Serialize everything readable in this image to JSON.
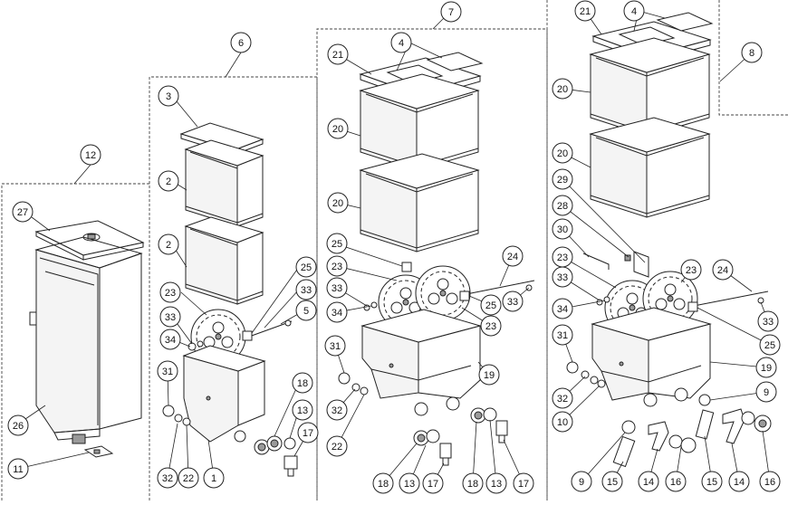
{
  "assemblies": [
    {
      "id": "group-12",
      "number": "12"
    },
    {
      "id": "group-6",
      "number": "6"
    },
    {
      "id": "group-7",
      "number": "7"
    },
    {
      "id": "group-8",
      "number": "8"
    }
  ],
  "callouts": [
    {
      "id": "c12",
      "number": "12"
    },
    {
      "id": "c27",
      "number": "27"
    },
    {
      "id": "c26",
      "number": "26"
    },
    {
      "id": "c11",
      "number": "11"
    },
    {
      "id": "c6",
      "number": "6"
    },
    {
      "id": "c3",
      "number": "3"
    },
    {
      "id": "c2a",
      "number": "2"
    },
    {
      "id": "c2b",
      "number": "2"
    },
    {
      "id": "c23a",
      "number": "23"
    },
    {
      "id": "c33a",
      "number": "33"
    },
    {
      "id": "c34a",
      "number": "34"
    },
    {
      "id": "c25a",
      "number": "25"
    },
    {
      "id": "c33b",
      "number": "33"
    },
    {
      "id": "c5",
      "number": "5"
    },
    {
      "id": "c31a",
      "number": "31"
    },
    {
      "id": "c32a",
      "number": "32"
    },
    {
      "id": "c22a",
      "number": "22"
    },
    {
      "id": "c1",
      "number": "1"
    },
    {
      "id": "c18a",
      "number": "18"
    },
    {
      "id": "c13a",
      "number": "13"
    },
    {
      "id": "c17a",
      "number": "17"
    },
    {
      "id": "c7",
      "number": "7"
    },
    {
      "id": "c4a",
      "number": "4"
    },
    {
      "id": "c21a",
      "number": "21"
    },
    {
      "id": "c20a",
      "number": "20"
    },
    {
      "id": "c20b",
      "number": "20"
    },
    {
      "id": "c25b",
      "number": "25"
    },
    {
      "id": "c24a",
      "number": "24"
    },
    {
      "id": "c23b",
      "number": "23"
    },
    {
      "id": "c33c",
      "number": "33"
    },
    {
      "id": "c34b",
      "number": "34"
    },
    {
      "id": "c33d",
      "number": "33"
    },
    {
      "id": "c25c",
      "number": "25"
    },
    {
      "id": "c23c",
      "number": "23"
    },
    {
      "id": "c31b",
      "number": "31"
    },
    {
      "id": "c19a",
      "number": "19"
    },
    {
      "id": "c32b",
      "number": "32"
    },
    {
      "id": "c22b",
      "number": "22"
    },
    {
      "id": "c18b",
      "number": "18"
    },
    {
      "id": "c13b",
      "number": "13"
    },
    {
      "id": "c17b",
      "number": "17"
    },
    {
      "id": "c18c",
      "number": "18"
    },
    {
      "id": "c13c",
      "number": "13"
    },
    {
      "id": "c17c",
      "number": "17"
    },
    {
      "id": "c8",
      "number": "8"
    },
    {
      "id": "c21b",
      "number": "21"
    },
    {
      "id": "c4b",
      "number": "4"
    },
    {
      "id": "c20c",
      "number": "20"
    },
    {
      "id": "c20d",
      "number": "20"
    },
    {
      "id": "c29",
      "number": "29"
    },
    {
      "id": "c28",
      "number": "28"
    },
    {
      "id": "c30",
      "number": "30"
    },
    {
      "id": "c23d",
      "number": "23"
    },
    {
      "id": "c23e",
      "number": "23"
    },
    {
      "id": "c24b",
      "number": "24"
    },
    {
      "id": "c33e",
      "number": "33"
    },
    {
      "id": "c34c",
      "number": "34"
    },
    {
      "id": "c33f",
      "number": "33"
    },
    {
      "id": "c25d",
      "number": "25"
    },
    {
      "id": "c31c",
      "number": "31"
    },
    {
      "id": "c19b",
      "number": "19"
    },
    {
      "id": "c32c",
      "number": "32"
    },
    {
      "id": "c9a",
      "number": "9"
    },
    {
      "id": "c10",
      "number": "10"
    },
    {
      "id": "c9b",
      "number": "9"
    },
    {
      "id": "c15a",
      "number": "15"
    },
    {
      "id": "c14a",
      "number": "14"
    },
    {
      "id": "c16a",
      "number": "16"
    },
    {
      "id": "c15b",
      "number": "15"
    },
    {
      "id": "c14b",
      "number": "14"
    },
    {
      "id": "c16b",
      "number": "16"
    }
  ]
}
